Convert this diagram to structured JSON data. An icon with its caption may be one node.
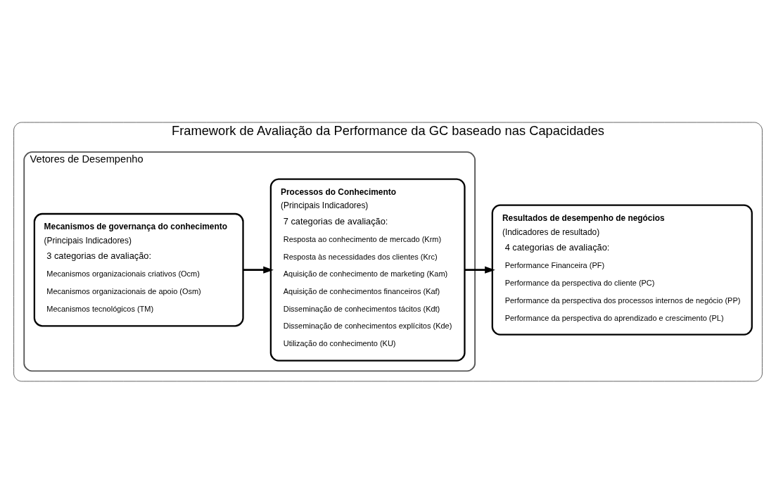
{
  "diagram": {
    "nodes": [
      {
        "text": [
          "Framework de Avaliação da Performance da GC baseado nas Capacidades"
        ]
      },
      {
        "text": [
          "Vetores de Desempenho"
        ],
        "in": 0
      },
      {
        "text": [
          "Mecanismos de governança do conhecimento",
          "(Principais Indicadores)",
          "3 categorias de avaliação:",
          "Mecanismos organizacionais criativos (Ocm)",
          "Mecanismos organizacionais de apoio (Osm)",
          "Mecanismos tecnológicos (TM)"
        ],
        "in": 1
      },
      {
        "text": [
          "Processos do Conhecimento",
          "(Principais Indicadores)",
          "7 categorias de avaliação:",
          "Resposta ao conhecimento de mercado (Krm)",
          "Resposta às necessidades dos clientes (Krc)",
          "Aquisição de conhecimento de marketing (Kam)",
          "Aquisição de conhecimentos financeiros (Kaf)",
          "Disseminação de conhecimentos tácitos (Kdt)",
          "Disseminação de conhecimentos explícitos (Kde)",
          "Utilização do conhecimento (KU)"
        ],
        "in": 1
      },
      {
        "text": [
          "Resultados de desempenho de negócios",
          "(Indicadores de resultado)",
          "4 categorias de avaliação:",
          "Performance Financeira (PF)",
          "Performance da perspectiva do cliente (PC)",
          "Performance da perspectiva dos processos internos de negócio (PP)",
          "Performance da perspectiva do aprendizado e crescimento (PL)"
        ],
        "in": 0
      }
    ],
    "edges": [
      {
        "from": 2,
        "to": 3,
        "arrow": "to"
      },
      {
        "from": 3,
        "to": 4,
        "arrow": "to"
      }
    ]
  }
}
